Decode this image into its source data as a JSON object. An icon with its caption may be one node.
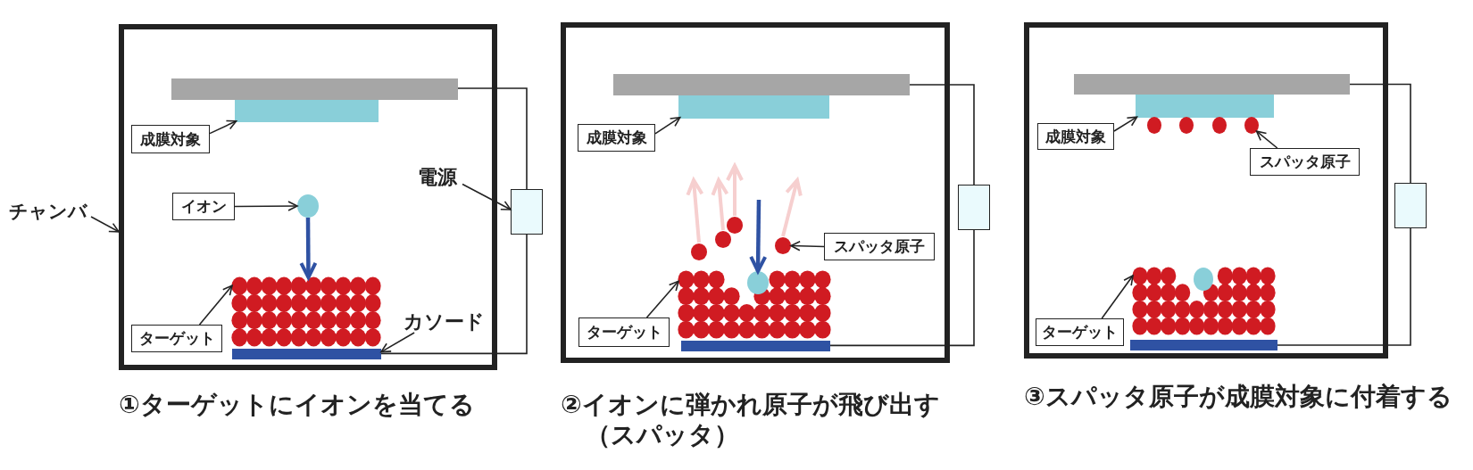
{
  "diagram": {
    "nodes": [
      {
        "text": [
          "チャンバ"
        ]
      },
      {
        "text": [],
        "shape": "box",
        "beside": [
          "①ターゲットにイオンを当てる"
        ]
      },
      {
        "text": [],
        "shape": "bar",
        "in": 1
      },
      {
        "text": [],
        "shape": "bar",
        "in": 1
      },
      {
        "text": [
          "成膜対象"
        ],
        "in": 1
      },
      {
        "text": [
          "イオン"
        ],
        "in": 1
      },
      {
        "text": [],
        "shape": "circle",
        "in": 1
      },
      {
        "text": [],
        "shape": "picture",
        "in": 1
      },
      {
        "text": [
          "ターゲット"
        ],
        "in": 1
      },
      {
        "text": [],
        "shape": "bar",
        "in": 1
      },
      {
        "text": [
          "カソード"
        ],
        "in": 1
      },
      {
        "text": [
          "電源"
        ],
        "in": 1
      },
      {
        "text": [],
        "shape": "box"
      },
      {
        "text": [],
        "shape": "box",
        "beside": [
          "②イオンに弾かれ原子が飛び出す（スパッタ）"
        ]
      },
      {
        "text": [],
        "shape": "bar",
        "in": 13
      },
      {
        "text": [],
        "shape": "bar",
        "in": 13
      },
      {
        "text": [
          "成膜対象"
        ],
        "in": 13
      },
      {
        "text": [],
        "shape": "circle",
        "in": 13
      },
      {
        "text": [],
        "shape": "circle",
        "in": 13
      },
      {
        "text": [],
        "shape": "circle",
        "in": 13
      },
      {
        "text": [],
        "shape": "circle",
        "in": 13
      },
      {
        "text": [],
        "shape": "circle",
        "in": 22
      },
      {
        "text": [],
        "shape": "picture",
        "in": 13
      },
      {
        "text": [
          "スパッタ原子"
        ],
        "in": 13
      },
      {
        "text": [
          "ターゲット"
        ],
        "in": 13
      },
      {
        "text": [],
        "shape": "bar",
        "in": 13
      },
      {
        "text": [],
        "shape": "box"
      },
      {
        "text": [],
        "shape": "box",
        "beside": [
          "③スパッタ原子が成膜対象に付着する"
        ]
      },
      {
        "text": [],
        "shape": "bar",
        "in": 27
      },
      {
        "text": [],
        "shape": "bar",
        "in": 27
      },
      {
        "text": [
          "成膜対象"
        ],
        "in": 27
      },
      {
        "text": [],
        "shape": "circle",
        "in": 27
      },
      {
        "text": [],
        "shape": "circle",
        "in": 27
      },
      {
        "text": [],
        "shape": "circle",
        "in": 27
      },
      {
        "text": [],
        "shape": "circle",
        "in": 27
      },
      {
        "text": [
          "スパッタ原子"
        ],
        "in": 27
      },
      {
        "text": [],
        "shape": "circle",
        "in": 37
      },
      {
        "text": [],
        "shape": "picture",
        "in": 27
      },
      {
        "text": [
          "ターゲット"
        ],
        "in": 27
      },
      {
        "text": [],
        "shape": "bar",
        "in": 27
      },
      {
        "text": [],
        "shape": "box"
      }
    ],
    "edges": [
      {
        "from": 0,
        "to": 1,
        "arrow": "to"
      },
      {
        "from": 4,
        "to": 3,
        "arrow": "to"
      },
      {
        "from": 5,
        "to": 6,
        "arrow": "to"
      },
      {
        "from": 6,
        "to": 7,
        "arrow": "to",
        "style": "thick",
        "color": "#2f52a3"
      },
      {
        "from": 8,
        "to": 7,
        "arrow": "to"
      },
      {
        "from": 10,
        "to": 9,
        "arrow": "to"
      },
      {
        "from": 11,
        "to": 12,
        "arrow": "to"
      },
      {
        "from": 2,
        "to": 12,
        "arrow": "none"
      },
      {
        "from": 12,
        "to": 9,
        "arrow": "none"
      },
      {
        "from": 16,
        "to": 15,
        "arrow": "to"
      },
      {
        "from": null,
        "to": 21,
        "arrow": "to",
        "style": "thick",
        "color": "#2f52a3"
      },
      {
        "from": 23,
        "to": 20,
        "arrow": "to"
      },
      {
        "from": 24,
        "to": 22,
        "arrow": "to"
      },
      {
        "from": 14,
        "to": 26,
        "arrow": "none"
      },
      {
        "from": 26,
        "to": 25,
        "arrow": "none"
      },
      {
        "from": 30,
        "to": 29,
        "arrow": "to"
      },
      {
        "from": 35,
        "to": 34,
        "arrow": "to"
      },
      {
        "from": 38,
        "to": 37,
        "arrow": "to"
      },
      {
        "from": 28,
        "to": 40,
        "arrow": "none"
      },
      {
        "from": 40,
        "to": 39,
        "arrow": "none"
      }
    ]
  }
}
